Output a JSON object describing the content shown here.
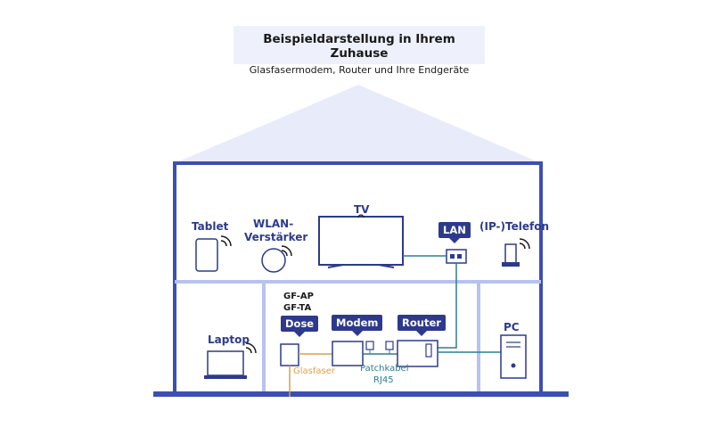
{
  "header": {
    "title": "Beispieldarstellung in Ihrem Zuhause",
    "subtitle": "Glasfasermodem, Router und Ihre Endgeräte"
  },
  "devices": {
    "tablet": "Tablet",
    "wlan_line1": "WLAN-",
    "wlan_line2": "Verstärker",
    "tv": "TV",
    "lan": "LAN",
    "telefon": "(IP-)Telefon",
    "laptop": "Laptop",
    "gf_ap": "GF-AP",
    "gf_ta": "GF-TA",
    "dose": "Dose",
    "modem": "Modem",
    "router": "Router",
    "pc": "PC"
  },
  "cables": {
    "glasfaser": "Glasfaser",
    "patchkabel": "Patchkabel",
    "rj45": "RJ45"
  },
  "colors": {
    "house": "#2d3a8c",
    "house_fill": "#e8ecfa",
    "fiber": "#d9a24a",
    "patch": "#2f7d8f"
  }
}
